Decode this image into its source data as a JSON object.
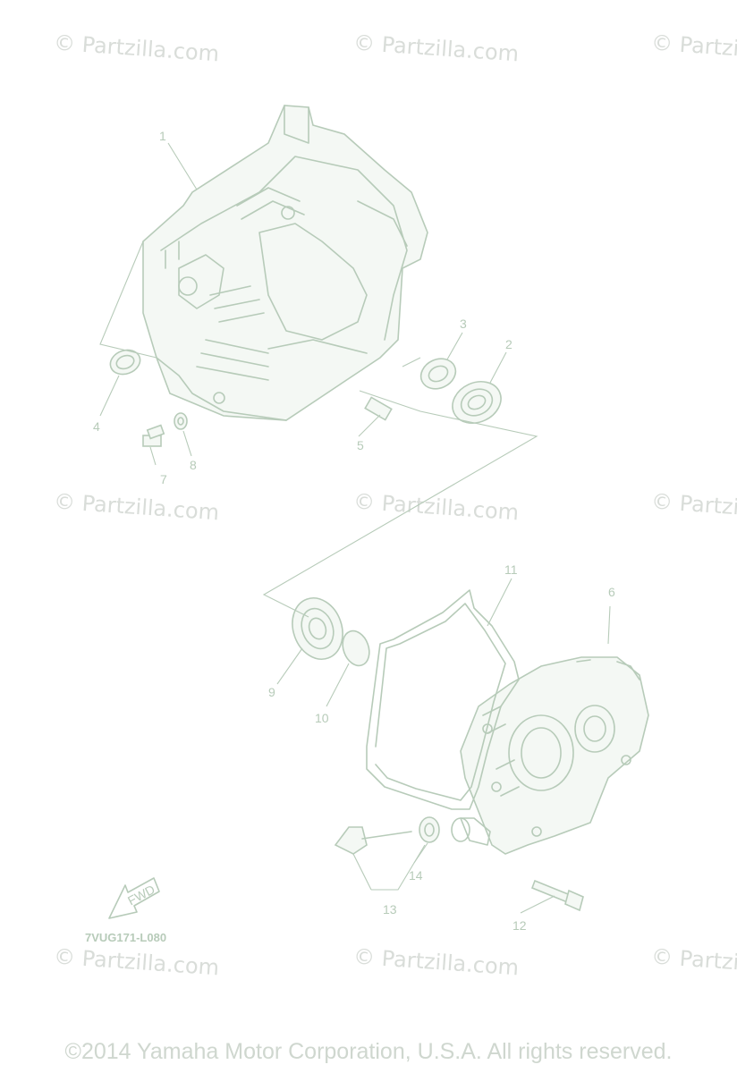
{
  "watermark_text": "© Partzilla.com",
  "diagram_code": "7VUG171-L080",
  "copyright": "©2014 Yamaha Motor Corporation, U.S.A. All rights reserved.",
  "fwd_label": "FWD",
  "callouts": {
    "p1": "1",
    "p2": "2",
    "p3": "3",
    "p4": "4",
    "p5": "5",
    "p6": "6",
    "p7": "7",
    "p8": "8",
    "p9": "9",
    "p10": "10",
    "p11": "11",
    "p12": "12",
    "p13": "13",
    "p14": "14"
  },
  "colors": {
    "line": "#b7cbb9",
    "watermark": "#d9ddd9"
  }
}
